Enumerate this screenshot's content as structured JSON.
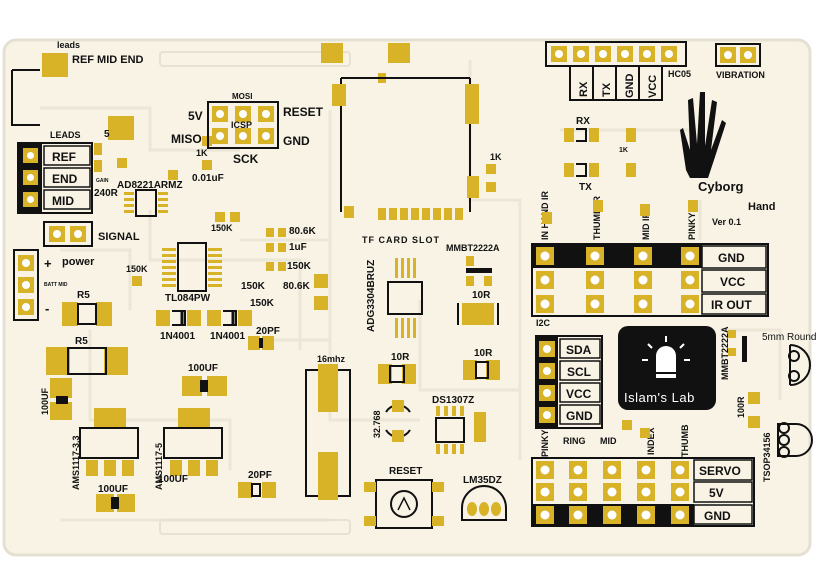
{
  "board": {
    "brand_line1": "Cyborg",
    "brand_line2": "Hand",
    "version": "Ver 0.1",
    "logo_text": "Islam's Lab"
  },
  "leads": {
    "title": "leads",
    "ref_mid_end": "REF MID END",
    "box_title": "LEADS",
    "pin_num": "5",
    "pins": [
      "REF",
      "END",
      "MID"
    ]
  },
  "icsp": {
    "mosi": "MOSI",
    "icsp": "ICSP",
    "v5": "5V",
    "reset": "RESET",
    "miso": "MISO",
    "gnd": "GND",
    "sck": "SCK"
  },
  "serial": {
    "pins": [
      "RX",
      "TX",
      "GND",
      "VCC"
    ],
    "module": "HC05",
    "vibration": "VIBRATION",
    "rx": "RX",
    "tx": "TX"
  },
  "components": {
    "gain": "GAIN",
    "r240": "240R",
    "k1a": "1K",
    "cap001": "0.01uF",
    "inamp": "AD8221ARMZ",
    "signal": "SIGNAL",
    "power": "power",
    "batt_mid": "BATT MID",
    "plus": "+",
    "minus": "-",
    "k150a": "150K",
    "k150b": "150K",
    "k150c": "150K",
    "k150d": "150K",
    "k150e": "150K",
    "k806a": "80.6K",
    "k806b": "80.6K",
    "uf1": "1uF",
    "opamp": "TL084PW",
    "r5a": "R5",
    "r5b": "R5",
    "diode1": "1N4001",
    "diode2": "1N4001",
    "pf20a": "20PF",
    "pf20b": "20PF",
    "uf100a": "100UF",
    "uf100b": "100UF",
    "uf100c": "100UF",
    "uf100d": "100UF",
    "reg33": "AMS1117-3.3",
    "reg5": "AMS1117-5",
    "crystal16": "16mhz",
    "crystal32": "32.768",
    "r10a": "10R",
    "r10b": "10R",
    "r10c": "10R",
    "r100": "100R",
    "k1b": "1K",
    "k1c": "1K",
    "rtc": "DS1307Z",
    "reset": "RESET",
    "temp": "LM35DZ",
    "switch": "ADG3304BRUZ",
    "sd": "TF CARD SLOT",
    "transistor": "MMBT2222A",
    "transistor2": "MMBT2222A",
    "ir_receiver": "TSOP34156",
    "led": "5mm Round",
    "i2c": "I2C"
  },
  "ir_header": {
    "cols": [
      "IN HAND IR",
      "THUMB IR",
      "MID IR",
      "PINKY IR"
    ],
    "rows": [
      "GND",
      "VCC",
      "IR OUT"
    ]
  },
  "i2c_header": {
    "pins": [
      "SDA",
      "SCL",
      "VCC",
      "GND"
    ]
  },
  "servo_header": {
    "cols": [
      "PINKY",
      "RING",
      "MID",
      "INDEX",
      "THUMB"
    ],
    "rows": [
      "SERVO",
      "5V",
      "GND"
    ]
  }
}
